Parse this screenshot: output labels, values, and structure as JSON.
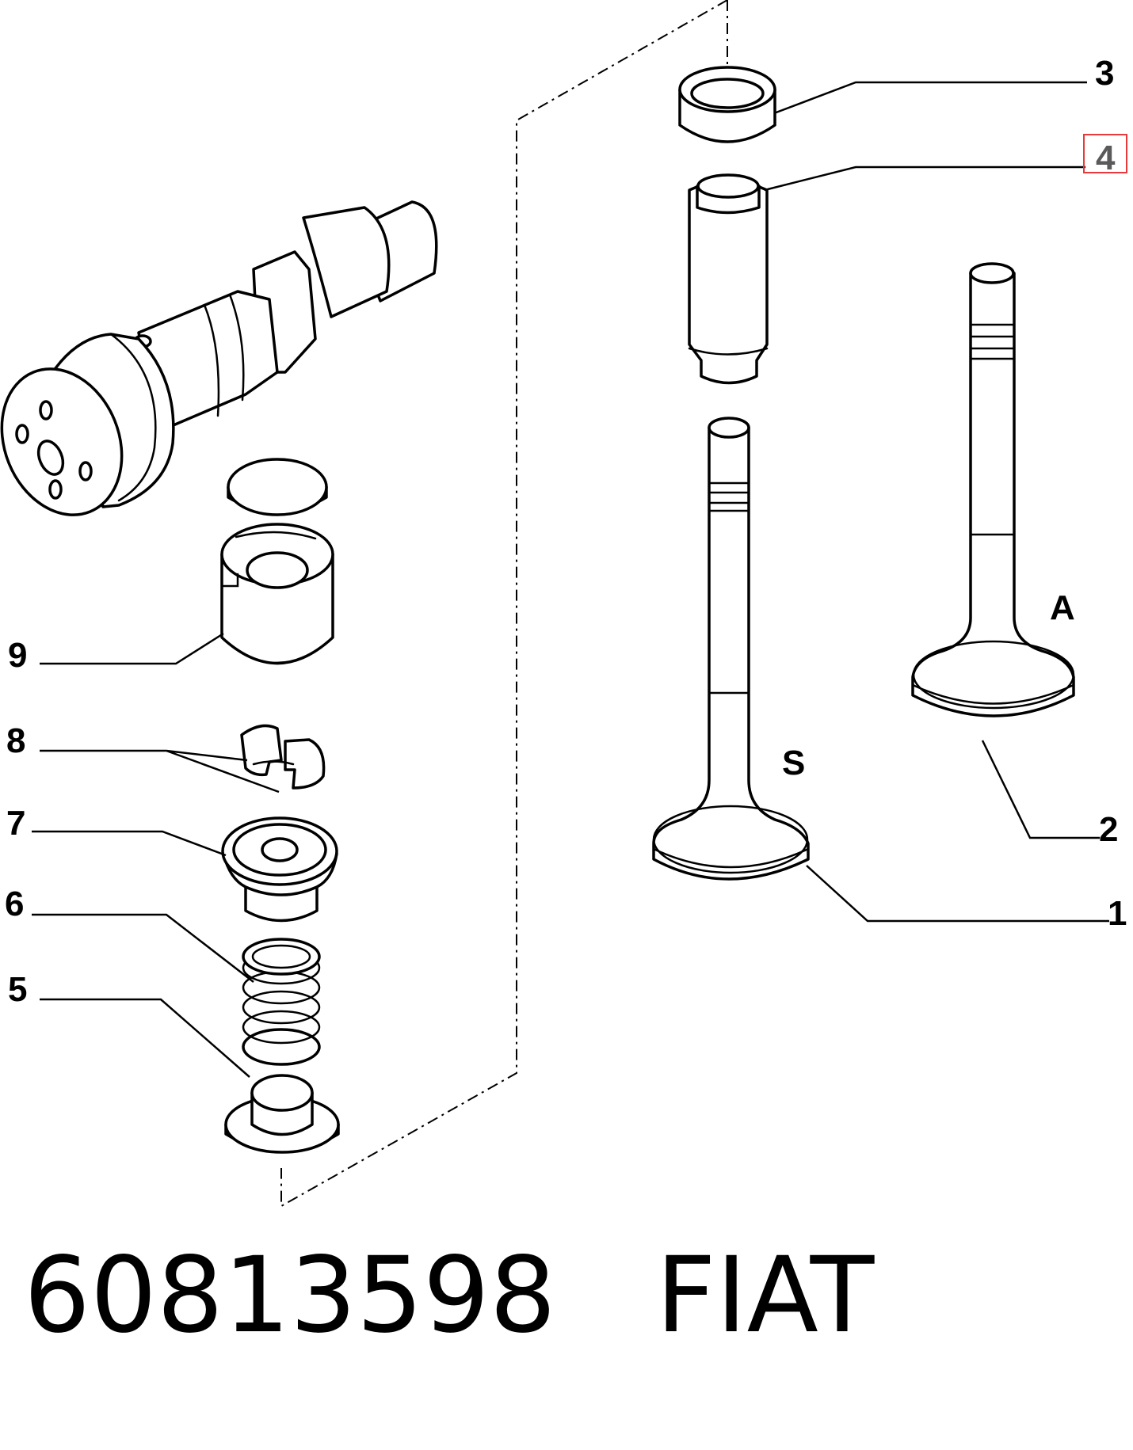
{
  "callouts": {
    "c1": "1",
    "c2": "2",
    "c3": "3",
    "c4": "4",
    "c5": "5",
    "c6": "6",
    "c7": "7",
    "c8": "8",
    "c9": "9"
  },
  "valve_labels": {
    "exhaust": "S",
    "intake": "A"
  },
  "highlight_color": "#e83a3a",
  "footer": {
    "part_number": "60813598",
    "brand": "FIAT"
  }
}
